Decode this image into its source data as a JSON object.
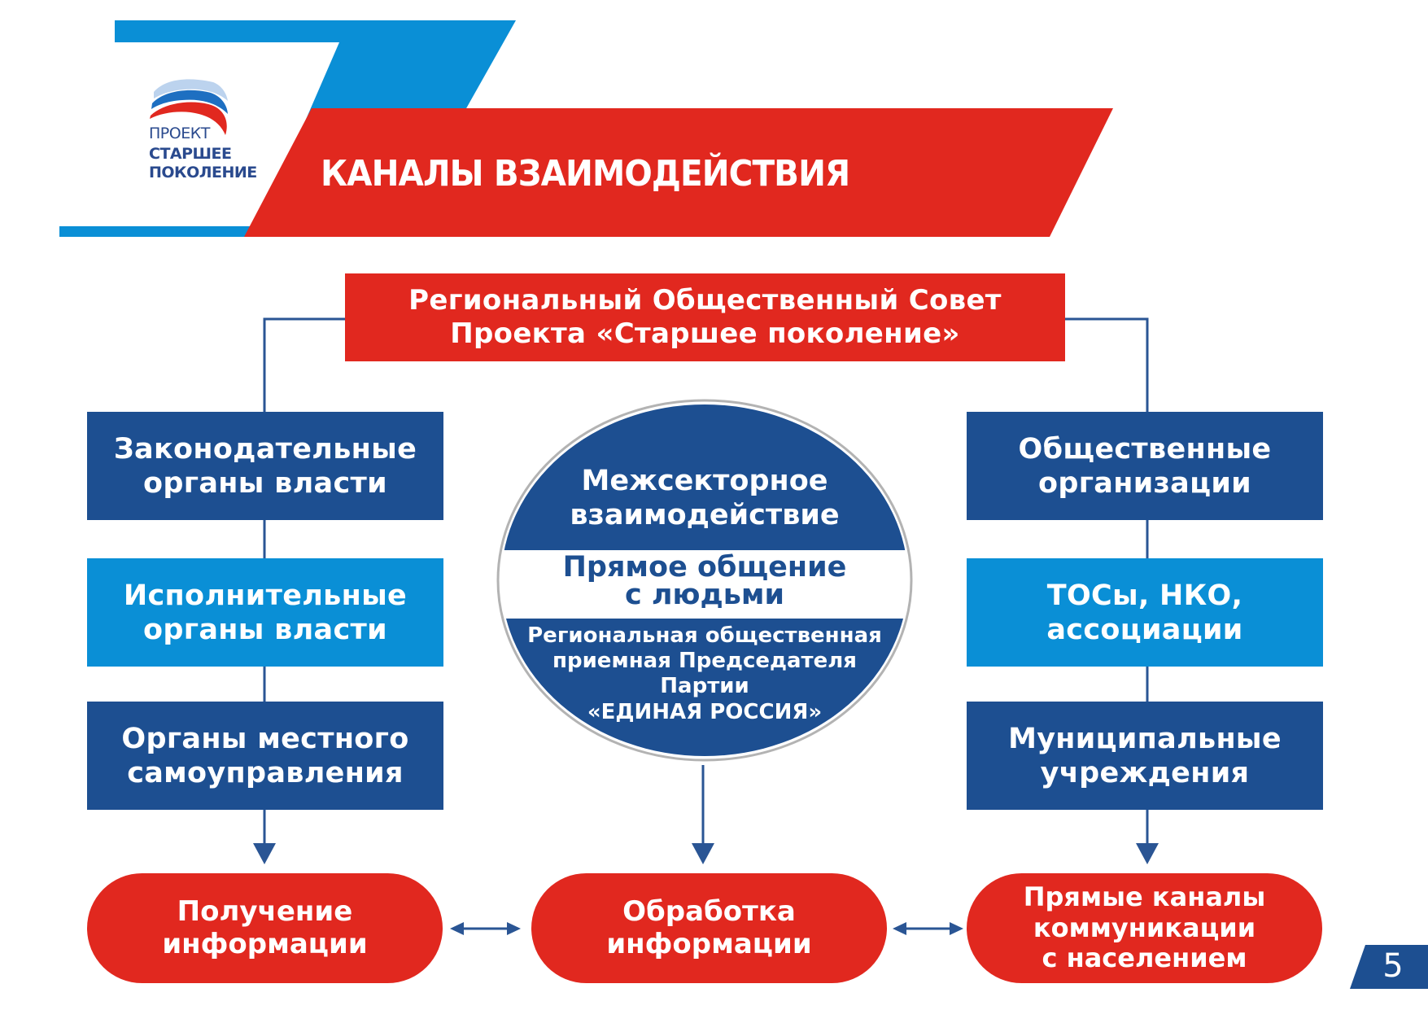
{
  "logo": {
    "line1": "ПРОЕКТ",
    "line2": "СТАРШЕЕ",
    "line3": "ПОКОЛЕНИЕ"
  },
  "header": {
    "title": "КАНАЛЫ ВЗАИМОДЕЙСТВИЯ"
  },
  "council": {
    "label": "Региональный Общественный Совет\nПроекта «Старшее поколение»"
  },
  "left_column": {
    "items": [
      {
        "label": "Законодательные\nорганы власти"
      },
      {
        "label": "Исполнительные\nорганы власти"
      },
      {
        "label": "Органы местного\nсамоуправления"
      }
    ]
  },
  "right_column": {
    "items": [
      {
        "label": "Общественные\nорганизации"
      },
      {
        "label": "ТОСы, НКО,\nассоциации"
      },
      {
        "label": "Муниципальные\nучреждения"
      }
    ]
  },
  "center": {
    "top": "Межсекторное\nвзаимодействие",
    "middle": "Прямое общение\nс людьми",
    "bottom": "Региональная общественная\nприемная Председателя\nПартии\n«ЕДИНАЯ РОССИЯ»"
  },
  "outcomes": [
    {
      "label": "Получение\nинформации"
    },
    {
      "label": "Обработка\nинформации"
    },
    {
      "label": "Прямые каналы\nкоммуникации\nс населением"
    }
  ],
  "page_number": "5",
  "colors": {
    "dark_blue": "#1d4f91",
    "light_blue": "#0a8fd6",
    "red": "#e1281f",
    "line": "#2a5594"
  }
}
